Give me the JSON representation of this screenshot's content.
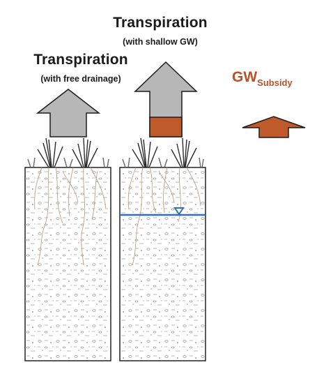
{
  "left_column": {
    "title": "Transpiration",
    "subtitle": "(with free drainage)"
  },
  "right_column": {
    "title": "Transpiration",
    "subtitle": "(with shallow GW)"
  },
  "gw_subsidy": {
    "main": "GW",
    "subscript": "Subsidy"
  },
  "colors": {
    "arrow_gray": "#b7b7b7",
    "subsidy_orange": "#bf5a2a",
    "water_table_blue": "#2f6fc0",
    "outline": "#1c1c1c"
  }
}
